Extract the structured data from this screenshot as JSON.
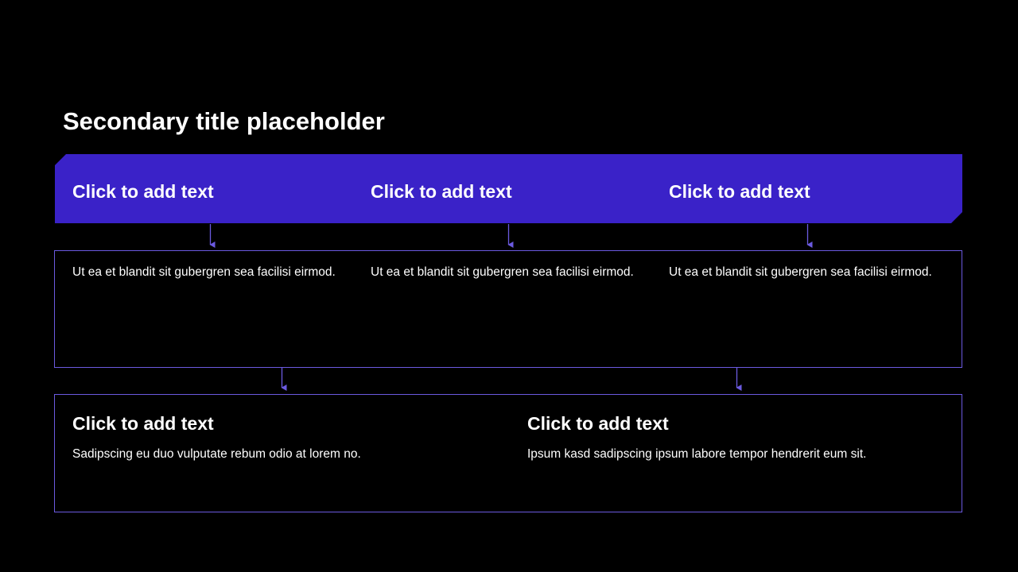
{
  "title": "Secondary title placeholder",
  "columns": [
    {
      "heading": "Click to add text",
      "text": "Ut ea et blandit sit gubergren sea facilisi eirmod."
    },
    {
      "heading": "Click to add text",
      "text": "Ut ea et blandit sit gubergren sea facilisi eirmod."
    },
    {
      "heading": "Click to add text",
      "text": "Ut ea et blandit sit gubergren sea facilisi eirmod."
    }
  ],
  "bottom": [
    {
      "heading": "Click to add text",
      "text": "Sadipscing eu duo vulputate rebum odio at lorem no."
    },
    {
      "heading": "Click to add text",
      "text": "Ipsum kasd sadipscing ipsum labore tempor hendrerit eum sit."
    }
  ],
  "colors": {
    "background": "#000000",
    "accent": "#3a22c8",
    "outline": "#6b5ae0",
    "text": "#ffffff"
  }
}
